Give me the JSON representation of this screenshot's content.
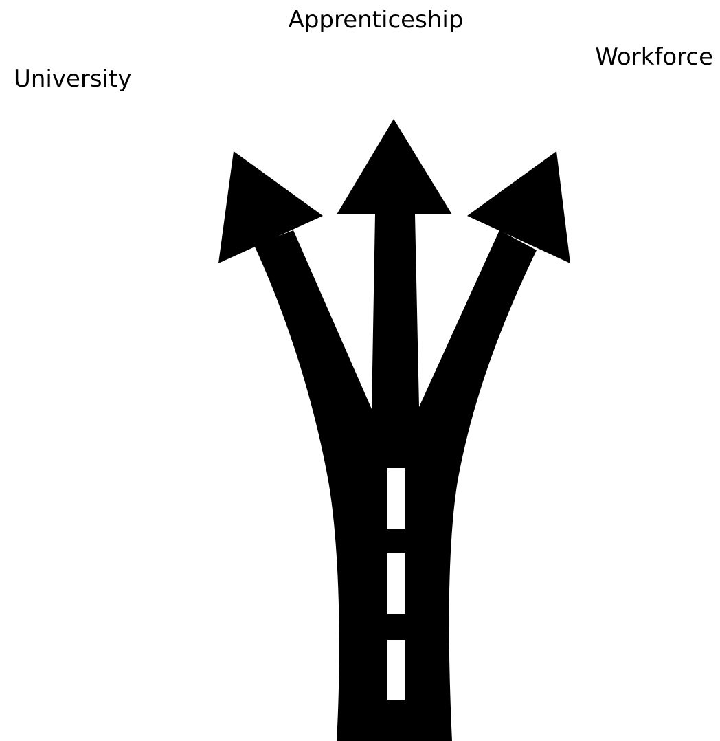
{
  "labels": {
    "center": "Apprenticeship",
    "left": "University",
    "right": "Workforce"
  },
  "graphic": {
    "icon": "three-way-fork-road-arrows-icon",
    "road_color": "#000000",
    "lane_marking_color": "#ffffff"
  }
}
